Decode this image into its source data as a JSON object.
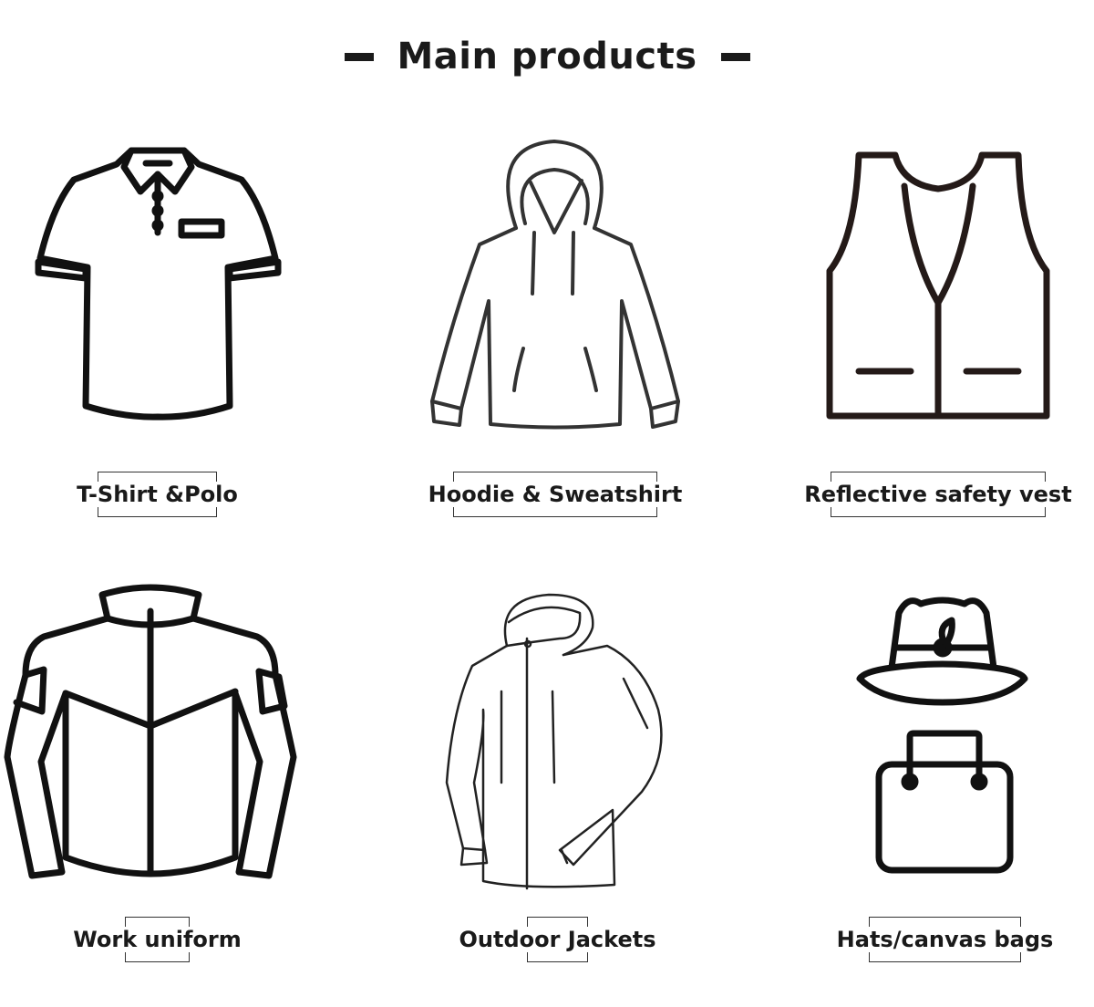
{
  "title": "Main products",
  "products": [
    {
      "label": "T-Shirt &Polo",
      "icon": "polo-shirt-icon"
    },
    {
      "label": "Hoodie & Sweatshirt",
      "icon": "hoodie-icon"
    },
    {
      "label": "Reflective safety vest",
      "icon": "vest-icon"
    },
    {
      "label": "Work uniform",
      "icon": "work-jacket-icon"
    },
    {
      "label": "Outdoor Jackets",
      "icon": "outdoor-jacket-icon"
    },
    {
      "label": "Hats/canvas bags",
      "icon": "hat-and-bag-icon"
    }
  ]
}
